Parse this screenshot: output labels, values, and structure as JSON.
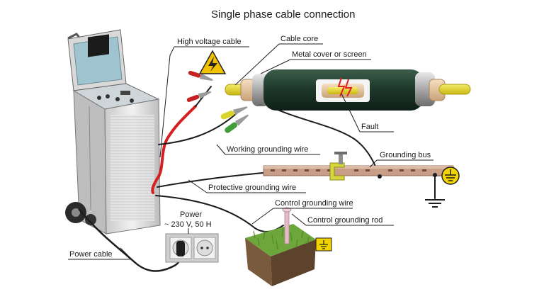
{
  "title": "Single phase cable connection",
  "labels": {
    "high_voltage_cable": "High voltage cable",
    "cable_core": "Cable core",
    "metal_cover": "Metal cover or screen",
    "fault": "Fault",
    "working_grounding_wire": "Working grounding wire",
    "grounding_bus": "Grounding bus",
    "protective_grounding_wire": "Protective grounding wire",
    "control_grounding_wire": "Control grounding wire",
    "control_grounding_rod": "Control grounding rod",
    "power": "Power",
    "power_spec": "~ 230 V, 50 H",
    "power_cable": "Power cable"
  },
  "colors": {
    "cable_jacket": "#1f3a2c",
    "cable_core": "#e8d81c",
    "metal_screen": "#b9b9b9",
    "insulation": "#e8c9a2",
    "bus": "#c89e86",
    "clamp": "#d8d640",
    "hv_wire": "#d42020",
    "grass": "#6da63a",
    "soil": "#6b4f35",
    "warning": "#f2c200"
  },
  "icons": [
    "high-voltage-warning-icon",
    "ground-symbol-icon",
    "grounding-circle-icon",
    "grounding-sign-icon"
  ]
}
